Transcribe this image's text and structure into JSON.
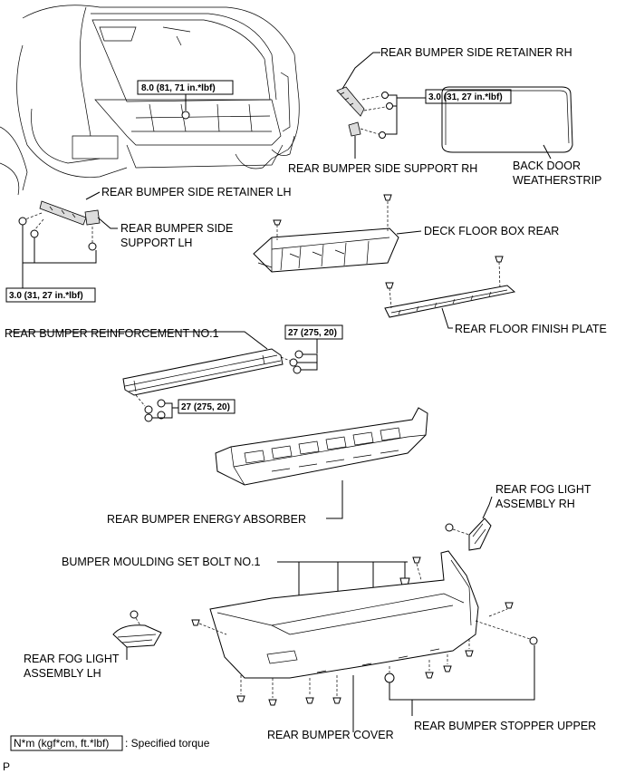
{
  "labels": {
    "side_retainer_rh": "REAR BUMPER SIDE RETAINER RH",
    "side_support_rh": "REAR BUMPER SIDE SUPPORT RH",
    "back_door_weatherstrip_1": "BACK DOOR",
    "back_door_weatherstrip_2": "WEATHERSTRIP",
    "side_retainer_lh": "REAR BUMPER SIDE RETAINER LH",
    "side_support_lh_1": "REAR BUMPER SIDE",
    "side_support_lh_2": "SUPPORT LH",
    "deck_floor_box_rear": "DECK FLOOR BOX REAR",
    "rear_floor_finish_plate": "REAR FLOOR FINISH PLATE",
    "reinforcement_no1": "REAR BUMPER REINFORCEMENT NO.1",
    "energy_absorber": "REAR BUMPER ENERGY ABSORBER",
    "fog_light_rh_1": "REAR FOG LIGHT",
    "fog_light_rh_2": "ASSEMBLY RH",
    "moulding_bolt": "BUMPER MOULDING SET BOLT NO.1",
    "fog_light_lh_1": "REAR FOG LIGHT",
    "fog_light_lh_2": "ASSEMBLY LH",
    "bumper_cover": "REAR BUMPER COVER",
    "stopper_upper": "REAR BUMPER STOPPER UPPER"
  },
  "torques": {
    "deck": "8.0 (81, 71 in.*lbf)",
    "side_rh": "3.0 (31, 27 in.*lbf)",
    "side_lh": "3.0 (31, 27 in.*lbf)",
    "reinf_upper": "27 (275, 20)",
    "reinf_lower": "27 (275, 20)"
  },
  "legend": {
    "unit": "N*m (kgf*cm, ft.*lbf)",
    "text": ": Specified torque"
  },
  "footer_mark": "P"
}
